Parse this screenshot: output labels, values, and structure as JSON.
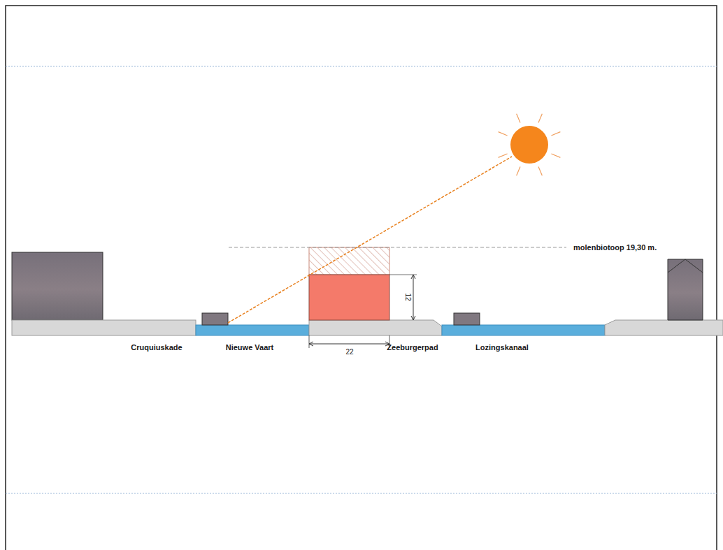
{
  "diagram": {
    "labels": [
      "molenbiotoop 19,30 m.",
      "12",
      "22",
      "Cruquiuskade",
      "Nieuwe Vaart",
      "Zeeburgerpad",
      "Lozingskanaal"
    ]
  }
}
